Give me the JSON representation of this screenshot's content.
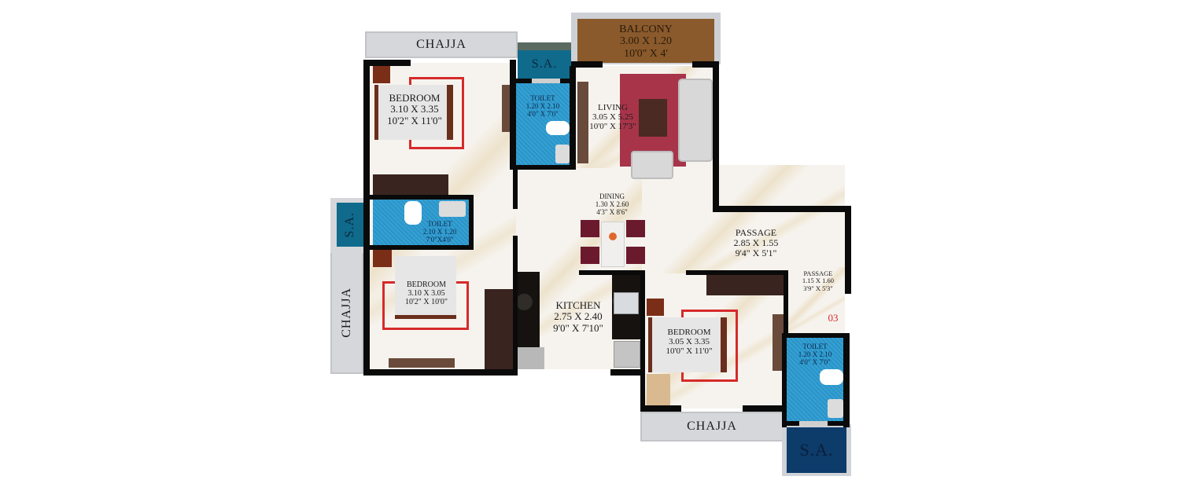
{
  "plan": {
    "unit_number": "03",
    "colors": {
      "wall": "#0a0a0a",
      "floor": "#f6f3ee",
      "toilet_tile": "#2b9ad0",
      "service_area": "#0f6a8c",
      "service_area_dark": "#0d3b6a",
      "chajja": "#d6d7db",
      "balcony": "#8a5a2c",
      "living_rug": "#a8344a",
      "unit_number": "#d62a2a"
    },
    "rooms": {
      "bedroom1": {
        "name": "BEDROOM",
        "metric": "3.10 X 3.35",
        "imperial": "10'2\" X 11'0\""
      },
      "bedroom2": {
        "name": "BEDROOM",
        "metric": "3.10 X 3.05",
        "imperial": "10'2\" X 10'0\""
      },
      "bedroom3": {
        "name": "BEDROOM",
        "metric": "3.05 X 3.35",
        "imperial": "10'0\" X 11'0\""
      },
      "toilet1": {
        "name": "TOILET",
        "metric": "1.20 X 2.10",
        "imperial": "4'0\" X 7'0\""
      },
      "toilet2": {
        "name": "TOILET",
        "metric": "2.10 X 1.20",
        "imperial": "7'0\"X4'0\""
      },
      "toilet3": {
        "name": "TOILET",
        "metric": "1.20 X 2.10",
        "imperial": "4'0\" X 7'0\""
      },
      "living": {
        "name": "LIVING",
        "metric": "3.05 X 5.25",
        "imperial": "10'0\" X 17'3\""
      },
      "dining": {
        "name": "DINING",
        "metric": "1.30 X 2.60",
        "imperial": "4'3\" X 8'6\""
      },
      "kitchen": {
        "name": "KITCHEN",
        "metric": "2.75 X 2.40",
        "imperial": "9'0\" X 7'10\""
      },
      "passage1": {
        "name": "PASSAGE",
        "metric": "2.85 X 1.55",
        "imperial": "9'4\" X 5'1\""
      },
      "passage2": {
        "name": "PASSAGE",
        "metric": "1.15 X 1.60",
        "imperial": "3'9\" X 5'3\""
      },
      "balcony": {
        "name": "BALCONY",
        "metric": "3.00 X 1.20",
        "imperial": "10'0\" X 4'"
      }
    },
    "exterior": {
      "chajja_top": "CHAJJA",
      "chajja_left": "CHAJJA",
      "chajja_bottom": "CHAJJA",
      "sa_top": "S.A.",
      "sa_left": "S.A.",
      "sa_bottom": "S.A."
    }
  }
}
